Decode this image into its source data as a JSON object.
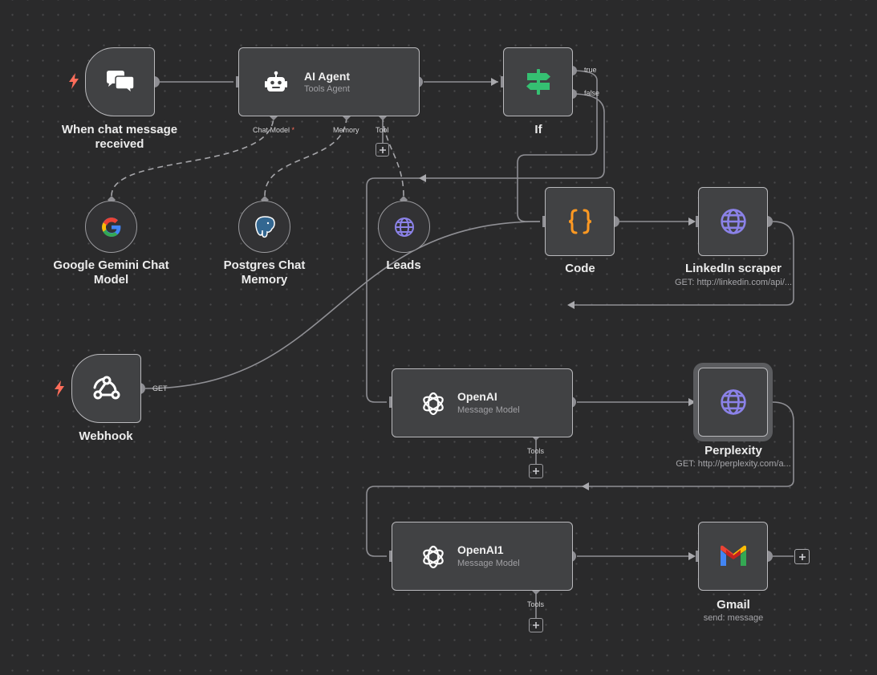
{
  "nodes": {
    "chat_trigger": {
      "title": "When chat message received"
    },
    "ai_agent": {
      "title": "AI Agent",
      "subtitle": "Tools Agent",
      "chat_model_label": "Chat Model",
      "required_mark": "*",
      "memory_label": "Memory",
      "tool_label": "Tool"
    },
    "if": {
      "title": "If",
      "true_label": "true",
      "false_label": "false"
    },
    "gemini": {
      "title": "Google Gemini Chat Model"
    },
    "postgres": {
      "title": "Postgres Chat Memory"
    },
    "leads": {
      "title": "Leads"
    },
    "code": {
      "title": "Code"
    },
    "linkedin": {
      "title": "LinkedIn scraper",
      "subtitle": "GET: http://linkedin.com/api/..."
    },
    "webhook": {
      "title": "Webhook",
      "method_label": "GET"
    },
    "openai": {
      "title": "OpenAI",
      "subtitle": "Message Model",
      "tools_label": "Tools"
    },
    "perplexity": {
      "title": "Perplexity",
      "subtitle": "GET: http://perplexity.com/a..."
    },
    "openai1": {
      "title": "OpenAI1",
      "subtitle": "Message Model",
      "tools_label": "Tools"
    },
    "gmail": {
      "title": "Gmail",
      "subtitle": "send: message"
    }
  },
  "colors": {
    "canvas": "#2a2a2b",
    "node_fill": "#414244",
    "node_border": "#b9b9bc",
    "connection": "#8f8f94",
    "trigger_bolt": "#ff6d5a",
    "if_icon": "#35c072",
    "code_icon": "#ff9922",
    "http_icon": "#8b82e8",
    "required": "#ff6d5a"
  },
  "icons": {
    "chat_trigger": "chat-bubbles-icon",
    "ai_agent": "robot-icon",
    "if": "signpost-icon",
    "gemini": "google-g-icon",
    "postgres": "postgres-elephant-icon",
    "leads": "globe-icon",
    "code": "braces-icon",
    "linkedin": "globe-icon",
    "webhook": "webhook-icon",
    "openai": "openai-logo-icon",
    "perplexity": "globe-icon",
    "openai1": "openai-logo-icon",
    "gmail": "gmail-icon",
    "trigger": "lightning-bolt-icon",
    "add": "plus-icon"
  }
}
